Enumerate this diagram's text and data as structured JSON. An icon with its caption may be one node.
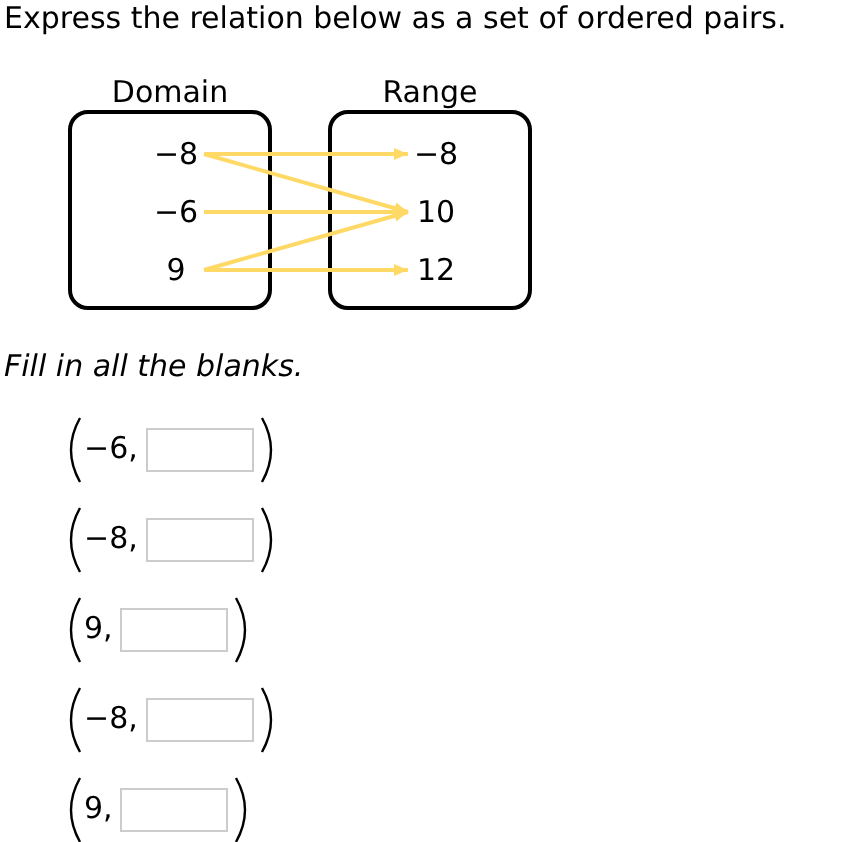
{
  "diagram": {
    "title": "Express the relation below as a set of ordered pairs.",
    "nodes": [
      {
        "text": [
          "Domain"
        ]
      },
      {
        "text": [
          "−8"
        ],
        "in": 0
      },
      {
        "text": [
          "−6"
        ],
        "in": 0
      },
      {
        "text": [
          "9"
        ],
        "in": 0
      },
      {
        "text": [
          "Range"
        ]
      },
      {
        "text": [
          "−8"
        ],
        "in": 4
      },
      {
        "text": [
          "10"
        ],
        "in": 4
      },
      {
        "text": [
          "12"
        ],
        "in": 4
      }
    ],
    "edges": [
      {
        "from": 1,
        "to": 5,
        "arrow": "to"
      },
      {
        "from": 1,
        "to": 6,
        "arrow": "to"
      },
      {
        "from": 2,
        "to": 6,
        "arrow": "to"
      },
      {
        "from": 3,
        "to": 6,
        "arrow": "to"
      },
      {
        "from": 3,
        "to": 7,
        "arrow": "to"
      }
    ],
    "labels": [
      "Fill in all the blanks.",
      "−6,",
      "−8,",
      "9,",
      "−8,",
      "9,"
    ]
  }
}
